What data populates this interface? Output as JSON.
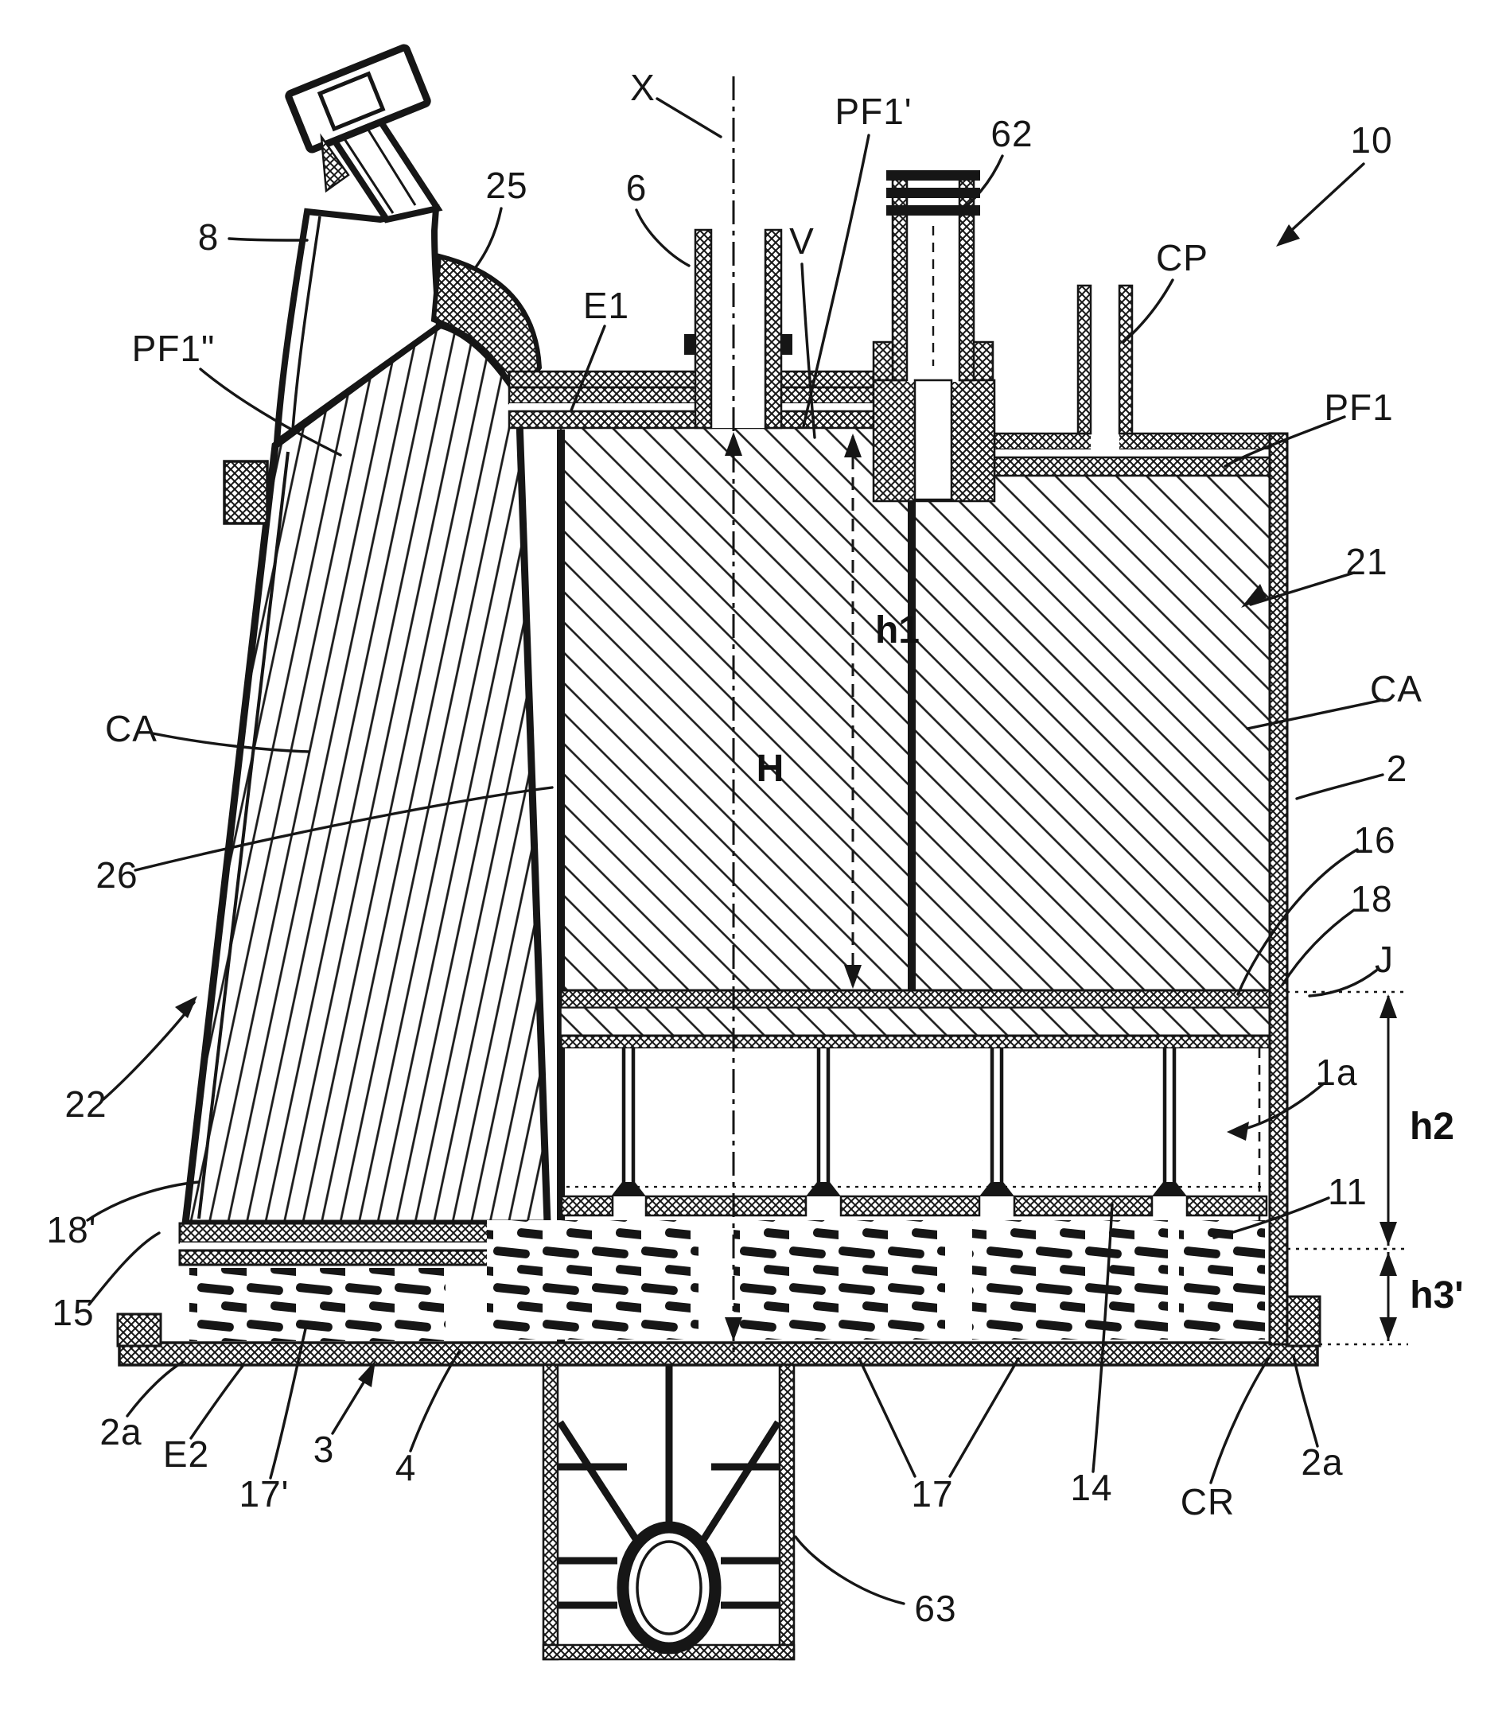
{
  "figure": {
    "kind": "patent cross-section drawing",
    "background": "#ffffff",
    "ink_color": "#161616"
  },
  "labels": {
    "x_axis": {
      "text": "X"
    },
    "pf1p": {
      "text": "PF1'"
    },
    "n62": {
      "text": "62"
    },
    "n10": {
      "text": "10"
    },
    "n8": {
      "text": "8"
    },
    "n25": {
      "text": "25"
    },
    "n6": {
      "text": "6"
    },
    "v": {
      "text": "V"
    },
    "cp": {
      "text": "CP"
    },
    "e1": {
      "text": "E1"
    },
    "pf1dp": {
      "text": "PF1\""
    },
    "pf1": {
      "text": "PF1"
    },
    "n21": {
      "text": "21"
    },
    "ca_right": {
      "text": "CA"
    },
    "n2": {
      "text": "2"
    },
    "n16": {
      "text": "16"
    },
    "n18": {
      "text": "18"
    },
    "j": {
      "text": "J"
    },
    "ca_left": {
      "text": "CA"
    },
    "n26": {
      "text": "26"
    },
    "n22": {
      "text": "22"
    },
    "n1a": {
      "text": "1a"
    },
    "h2": {
      "text": "h2"
    },
    "n18p": {
      "text": "18'"
    },
    "n11": {
      "text": "11"
    },
    "n15": {
      "text": "15"
    },
    "h3p": {
      "text": "h3'"
    },
    "n2a_left": {
      "text": "2a"
    },
    "e2": {
      "text": "E2"
    },
    "n17p": {
      "text": "17'"
    },
    "n3": {
      "text": "3"
    },
    "n4": {
      "text": "4"
    },
    "n17": {
      "text": "17"
    },
    "n14": {
      "text": "14"
    },
    "cr": {
      "text": "CR"
    },
    "n2a_right": {
      "text": "2a"
    },
    "n63": {
      "text": "63"
    },
    "h1": {
      "text": "h1"
    },
    "h": {
      "text": "H"
    }
  }
}
